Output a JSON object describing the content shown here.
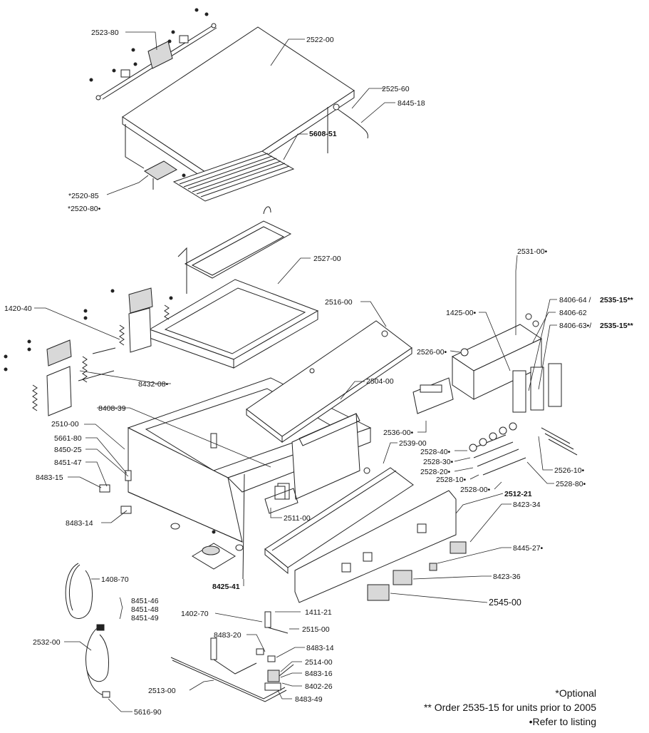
{
  "labels": {
    "l2523_80": "2523-80",
    "l2522_00": "2522-00",
    "l2525_60": "2525-60",
    "l8445_18": "8445-18",
    "l5608_51": "5608-51",
    "l2520_85": "*2520-85",
    "l2520_80": "*2520-80•",
    "l2527_00": "2527-00",
    "l2531_00": "2531-00•",
    "l1420_40": "1420-40",
    "l2516_00": "2516-00",
    "l8406_64a": "8406-64 /",
    "l2535_15a": "2535-15**",
    "l1425_00": "1425-00•",
    "l8406_62": "8406-62",
    "l8406_63a": "8406-63•/",
    "l2535_15b": "2535-15**",
    "l2526_00": "2526-00•",
    "l8432_08": "8432-08•",
    "l2504_00": "2504-00",
    "l8408_39": "8408-39",
    "l2510_00": "2510-00",
    "l5661_80": "5661-80",
    "l2536_00": "2536-00•",
    "l8450_25": "8450-25",
    "l2539_00": "2539-00",
    "l2528_40": "2528-40•",
    "l8451_47": "8451-47",
    "l2528_30": "2528-30•",
    "l8483_15": "8483-15",
    "l2528_20": "2528-20•",
    "l2528_10": "2528-10•",
    "l2526_10": "2526-10•",
    "l2528_00": "2528-00•",
    "l2528_80": "2528-80•",
    "l2512_21": "2512-21",
    "l8423_34": "8423-34",
    "l2511_00": "2511-00",
    "l8483_14a": "8483-14",
    "l8445_27": "8445-27•",
    "l8425_41": "8425-41",
    "l8423_36": "8423-36",
    "l1408_70": "1408-70",
    "l8451_46": "8451-46",
    "l8451_48": "8451-48",
    "l8451_49": "8451-49",
    "l2545_00": "2545-00",
    "l1402_70": "1402-70",
    "l1411_21": "1411-21",
    "l2515_00": "2515-00",
    "l2532_00": "2532-00",
    "l8483_20": "8483-20",
    "l8483_14b": "8483-14",
    "l2514_00": "2514-00",
    "l8483_16": "8483-16",
    "l8402_26": "8402-26",
    "l2513_00": "2513-00",
    "l8483_49": "8483-49",
    "l5616_90": "5616-90"
  },
  "notes": {
    "optional": "*Optional",
    "order": "** Order 2535-15 for units prior to 2005",
    "refer": "•Refer to listing"
  }
}
